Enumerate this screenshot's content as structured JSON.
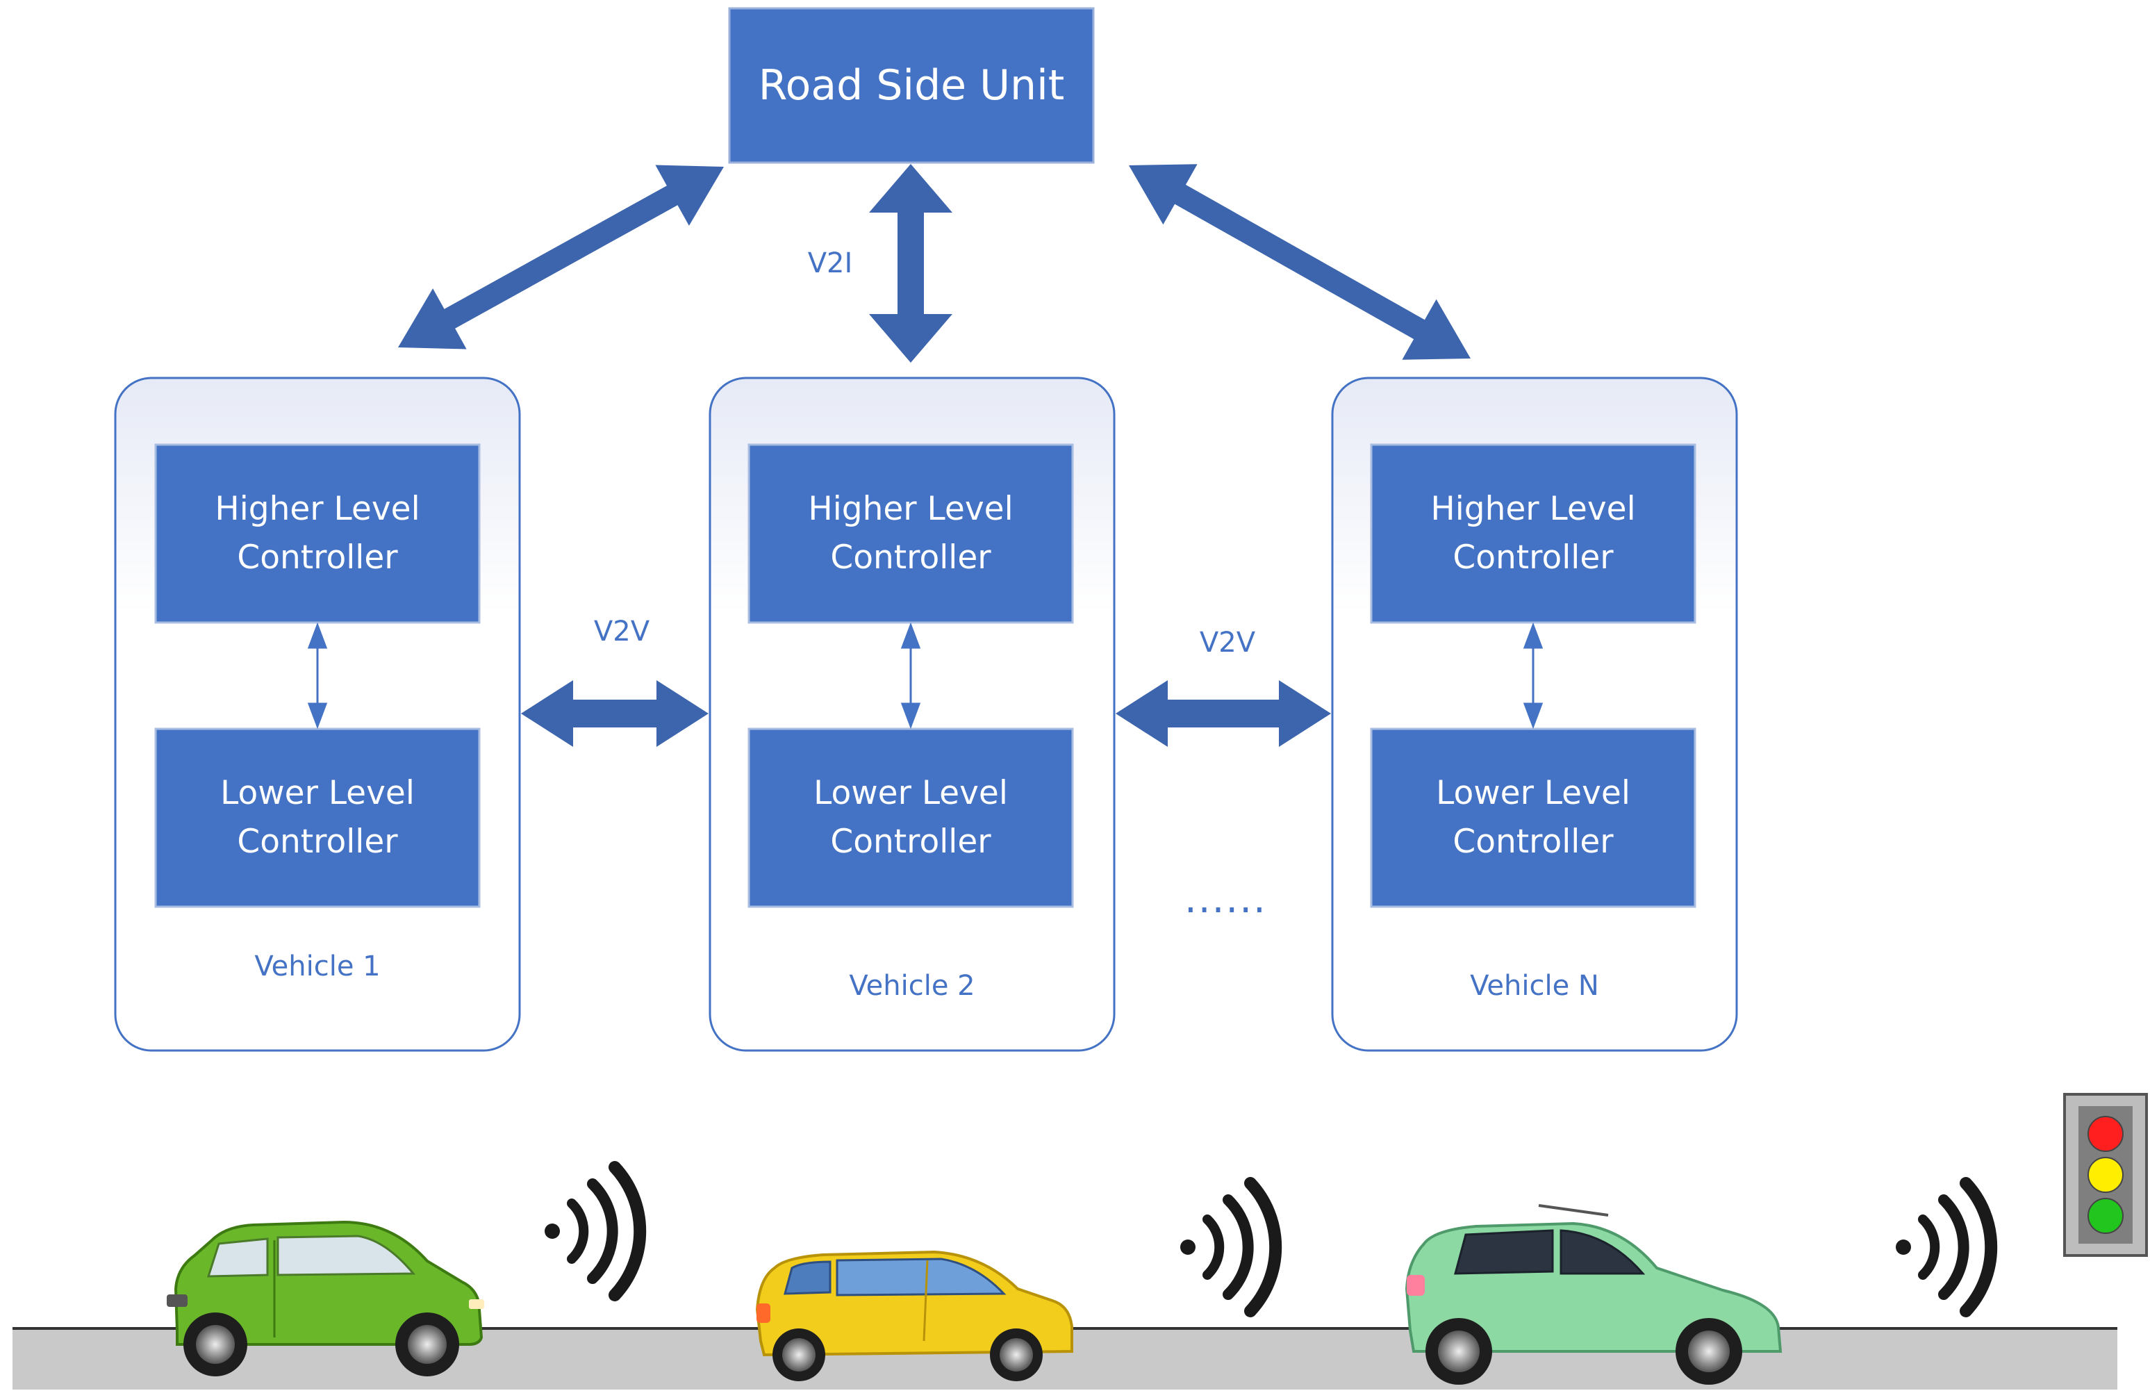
{
  "rsu": {
    "label": "Road Side Unit"
  },
  "links": {
    "v2i": "V2I",
    "v2v_left": "V2V",
    "v2v_right": "V2V",
    "more_vehicles": "......"
  },
  "vehicles": [
    {
      "name": "Vehicle 1",
      "higher": "Higher Level\nController",
      "lower": "Lower Level\nController"
    },
    {
      "name": "Vehicle 2",
      "higher": "Higher Level\nController",
      "lower": "Lower Level\nController"
    },
    {
      "name": "Vehicle N",
      "higher": "Higher Level\nController",
      "lower": "Lower Level\nController"
    }
  ],
  "road_scene": {
    "cars": [
      {
        "name": "green car",
        "color": "#6ab82a"
      },
      {
        "name": "yellow car",
        "color": "#f2cd1c"
      },
      {
        "name": "mint car",
        "color": "#8cd9a3"
      }
    ],
    "traffic_light": {
      "lights": [
        "#ff1f1f",
        "#ffee00",
        "#22c41e"
      ]
    },
    "signal_icon": "wireless-signal-icon"
  },
  "colors": {
    "box_fill": "#4472c4",
    "arrow_fill": "#3d65ad",
    "label_text": "#4472c4",
    "road": "#c9c9c9"
  }
}
